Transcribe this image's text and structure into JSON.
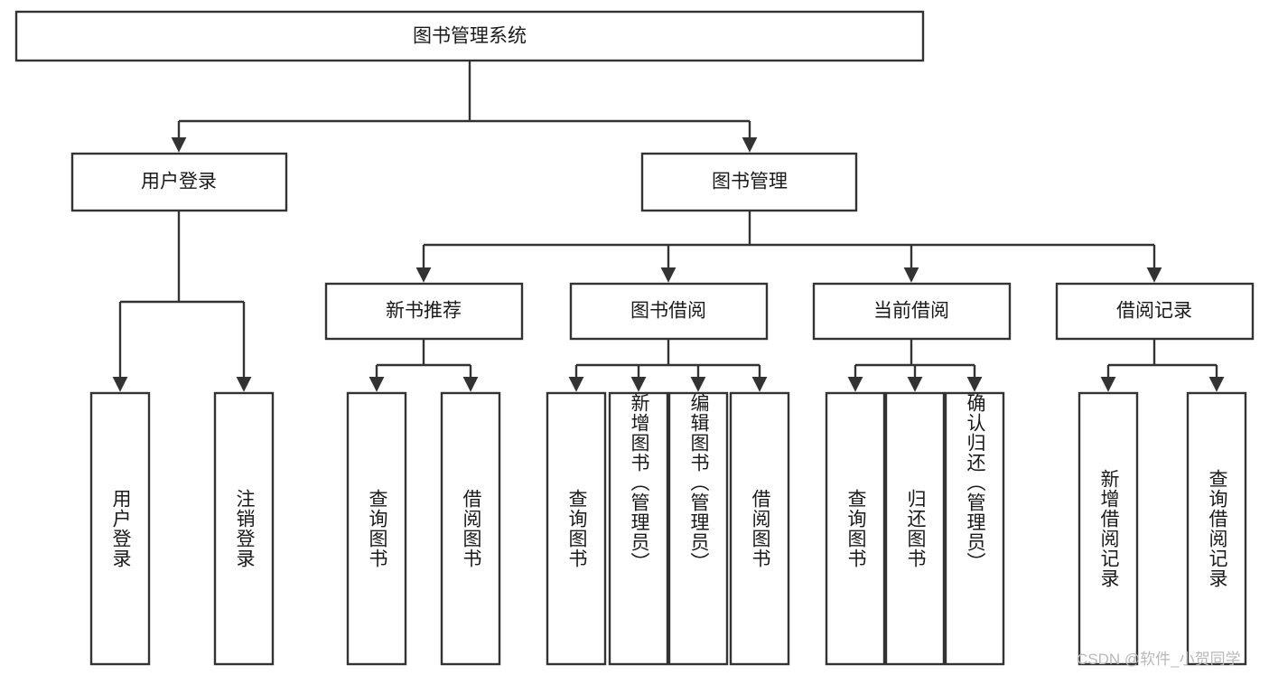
{
  "diagram": {
    "title": "图书管理系统",
    "type": "tree-hierarchy-diagram",
    "colors": {
      "stroke": "#333333",
      "fill": "#ffffff",
      "text": "#1a1a1a",
      "watermark": "#b8b8b8"
    },
    "root": {
      "label": "图书管理系统"
    },
    "level2": [
      {
        "label": "用户登录"
      },
      {
        "label": "图书管理"
      }
    ],
    "level3": [
      {
        "label": "新书推荐"
      },
      {
        "label": "图书借阅"
      },
      {
        "label": "当前借阅"
      },
      {
        "label": "借阅记录"
      }
    ],
    "leaves": {
      "user_login": [
        {
          "label": "用户登录"
        },
        {
          "label": "注销登录"
        }
      ],
      "new_book_recommend": [
        {
          "label": "查询图书"
        },
        {
          "label": "借阅图书"
        }
      ],
      "book_borrow": [
        {
          "label": "查询图书"
        },
        {
          "label": "新增图书（管理员）"
        },
        {
          "label": "编辑图书（管理员）"
        },
        {
          "label": "借阅图书"
        }
      ],
      "current_borrow": [
        {
          "label": "查询图书"
        },
        {
          "label": "归还图书"
        },
        {
          "label": "确认归还（管理员）"
        }
      ],
      "borrow_record": [
        {
          "label": "新增借阅记录"
        },
        {
          "label": "查询借阅记录"
        }
      ]
    }
  },
  "watermark": {
    "text": "CSDN @软件_小贺同学"
  }
}
